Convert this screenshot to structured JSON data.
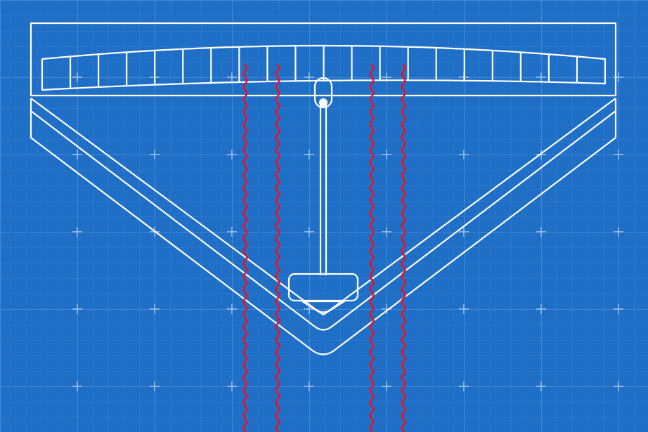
{
  "diagram": {
    "background_color": "#1f6fc7",
    "grid_minor_color": "#3a82d1",
    "grid_major_color": "#5a98dc",
    "line_color": "#ffffff",
    "crack_color": "#e0162b",
    "components": [
      {
        "name": "bridge-deck",
        "shape": "rectangle"
      },
      {
        "name": "deck-panels",
        "shape": "curved-segment-row",
        "count": 20
      },
      {
        "name": "v-truss",
        "shape": "double-v-beam"
      },
      {
        "name": "pendulum-damper",
        "shape": "pivot-rod-weight"
      },
      {
        "name": "crack-lines",
        "shape": "vertical-wavy",
        "count": 4
      }
    ]
  }
}
